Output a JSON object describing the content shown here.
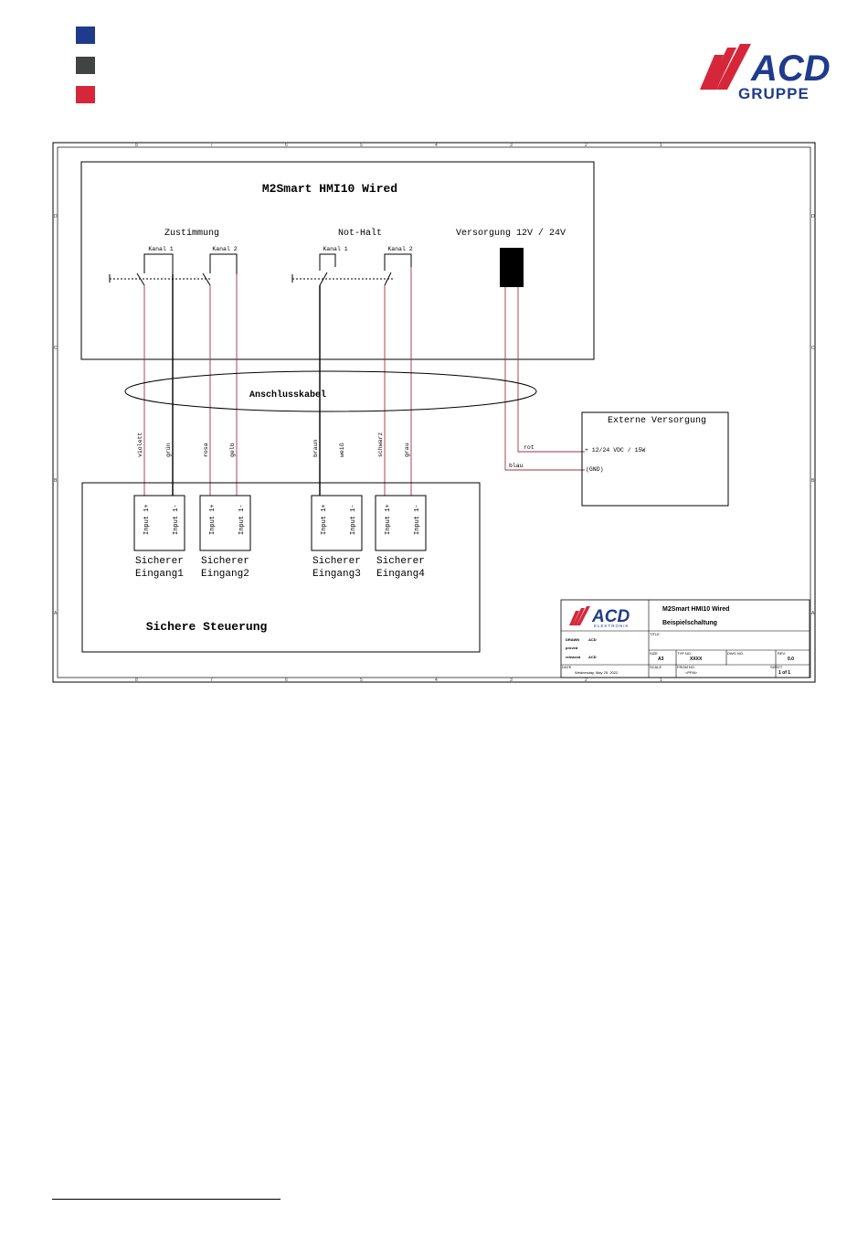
{
  "colors": {
    "brand_blue": "#1f3b8c",
    "brand_gray": "#404443",
    "brand_red": "#d6273a",
    "wire": "#a0304a",
    "line": "#000000"
  },
  "header": {
    "logo": {
      "brand": "ACD",
      "subtitle": "GRUPPE"
    }
  },
  "diagram": {
    "device_title": "M2Smart HMI10 Wired",
    "groups": {
      "zustimmung": "Zustimmung",
      "nothalt": "Not-Halt",
      "versorgung": "Versorgung 12V / 24V"
    },
    "channels": [
      "Kanal 1",
      "Kanal 2",
      "Kanal 1",
      "Kanal 2"
    ],
    "cable_label": "Anschlusskabel",
    "wire_colors": [
      "violett",
      "grün",
      "rosa",
      "gelb",
      "braun",
      "weiß",
      "schwarz",
      "grau"
    ],
    "external": {
      "title": "Externe Versorgung",
      "plus": "+ 12/24 VDC / 15W",
      "gnd": "(GND)",
      "wire_rot": "rot",
      "wire_blau": "blau"
    },
    "controller": {
      "title": "Sichere Steuerung",
      "input_plus": "Input 1+",
      "input_minus": "Input 1-",
      "inputs": [
        {
          "line1": "Sicherer",
          "line2": "Eingang1"
        },
        {
          "line1": "Sicherer",
          "line2": "Eingang2"
        },
        {
          "line1": "Sicherer",
          "line2": "Eingang3"
        },
        {
          "line1": "Sicherer",
          "line2": "Eingang4"
        }
      ]
    },
    "title_block": {
      "logo_brand": "ACD",
      "logo_sub": "ELEKTRONIK",
      "title1": "M2Smart HMI10 Wired",
      "title2": "Beispielschaltung",
      "title_label": "TITLE",
      "drawn_label": "DRAWN",
      "drawn_value": "ACD",
      "proved_label": "proved",
      "released_label": "released",
      "released_value": "ACD",
      "size_label": "SIZE",
      "size_value": "A3",
      "typ_label": "TYP NO.",
      "typ_value": "XXXX",
      "dwg_label": "DWG NO.",
      "rev_label": "REV.",
      "rev_value": "0.0",
      "date_label": "DATE",
      "date_value": "Wednesday, May 25, 2022",
      "scale_label": "SCALE",
      "from_label": "FROM NO.",
      "from_value": "<PFM>",
      "sheet_label": "SHEET",
      "sheet_value": "1   of   1"
    },
    "ruler_top": [
      "8",
      "7",
      "6",
      "5",
      "4",
      "3",
      "2",
      "1"
    ],
    "ruler_side": [
      "D",
      "C",
      "B",
      "A"
    ]
  }
}
